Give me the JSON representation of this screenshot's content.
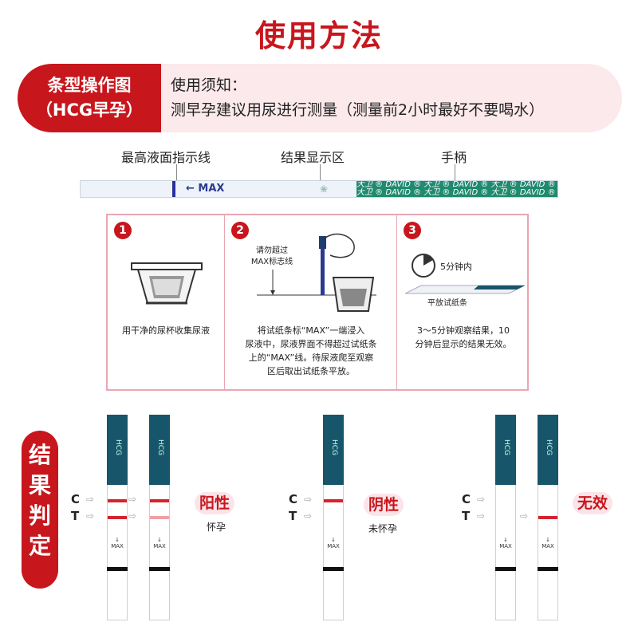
{
  "title": "使用方法",
  "notice": {
    "tag_line1": "条型操作图",
    "tag_line2": "（HCG早孕）",
    "line1": "使用须知：",
    "line2": "测早孕建议用尿进行测量（测量前2小时最好不要喝水）"
  },
  "strip": {
    "label_max": "最高液面指示线",
    "label_result": "结果显示区",
    "label_handle": "手柄",
    "max_mark": "← MAX",
    "brand": "大卫 ® DAVID ® 大卫 ® DAVID ® 大卫 ® DAVID ® 大卫 ® DAVID ®"
  },
  "steps": [
    {
      "num": "1",
      "text": "用干净的尿杯收集尿液"
    },
    {
      "num": "2",
      "annotation_1": "请勿超过",
      "annotation_2": "MAX标志线",
      "text_1": "将试纸条标“MAX”一端浸入",
      "text_2": "尿液中，尿液界面不得超过试纸条",
      "text_3": "上的“MAX”线。待尿液爬至观察",
      "text_4": "区后取出试纸条平放。"
    },
    {
      "num": "3",
      "timer": "5分钟内",
      "flat": "平放试纸条",
      "text_1": "3～5分钟观察结果，10",
      "text_2": "分钟后显示的结果无效。"
    }
  ],
  "results": {
    "tag": [
      "结",
      "果",
      "判",
      "定"
    ],
    "c_label": "C",
    "t_label": "T",
    "hcg": "HCG",
    "max": "MAX",
    "positive": {
      "verdict": "阳性",
      "sub": "怀孕"
    },
    "negative": {
      "verdict": "阴性",
      "sub": "未怀孕"
    },
    "invalid": {
      "verdict": "无效"
    }
  },
  "colors": {
    "accent": "#c8161d",
    "strip_head": "#17556a",
    "line_red": "#d3232e",
    "line_faint": "#f0a0a6"
  }
}
